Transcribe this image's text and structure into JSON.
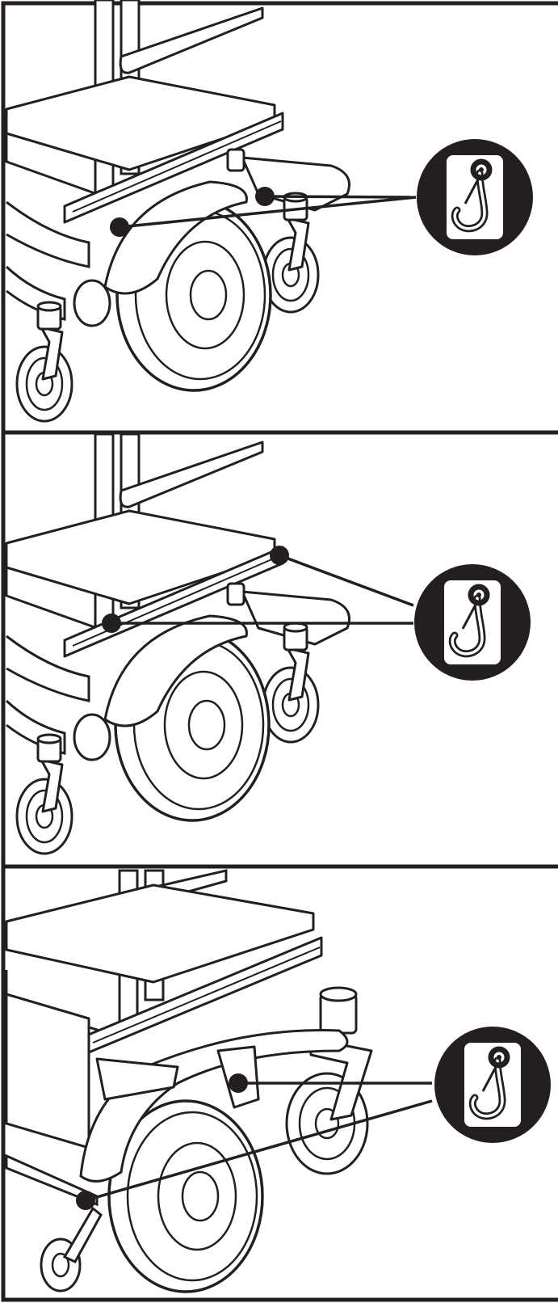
{
  "figure": {
    "panels": [
      {
        "id": "panel-1",
        "icon": "tie-down-hook-icon",
        "tie_down_points": 2
      },
      {
        "id": "panel-2",
        "icon": "tie-down-hook-icon",
        "tie_down_points": 2
      },
      {
        "id": "panel-3",
        "icon": "tie-down-hook-icon",
        "tie_down_points": 2
      }
    ],
    "colors": {
      "line": "#231f20",
      "background": "#ffffff",
      "icon_fill": "#231f20",
      "icon_glyph": "#ffffff"
    }
  }
}
